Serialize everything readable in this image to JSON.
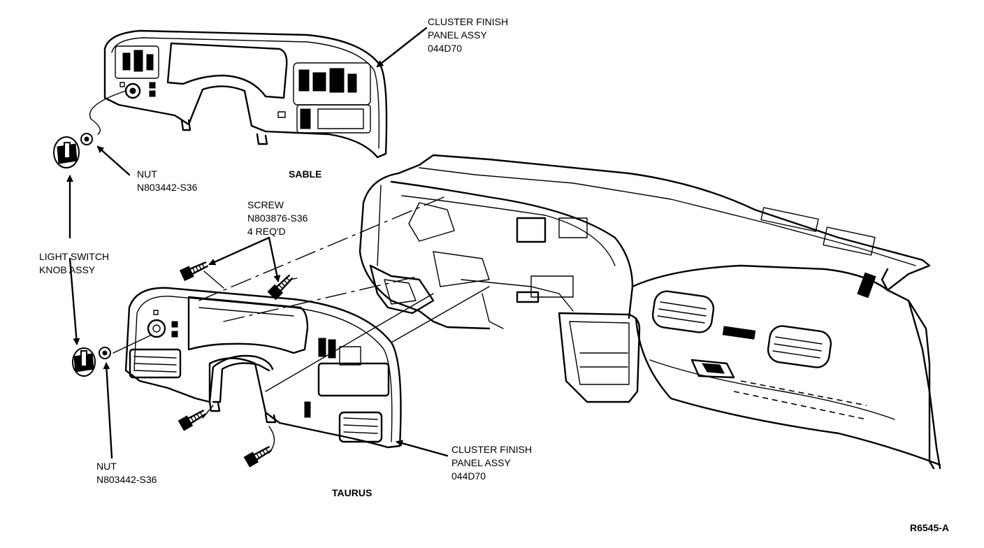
{
  "labels": {
    "sable_panel": [
      "CLUSTER FINISH",
      "PANEL ASSY",
      "044D70"
    ],
    "nut_top": [
      "NUT",
      "N803442-S36"
    ],
    "sable": "SABLE",
    "screw": [
      "SCREW",
      "N803876-S36",
      "4 REQ'D"
    ],
    "light_switch": [
      "LIGHT SWITCH",
      "KNOB ASSY"
    ],
    "taurus_panel": [
      "CLUSTER FINISH",
      "PANEL ASSY",
      "044D70"
    ],
    "nut_bottom": [
      "NUT",
      "N803442-S36"
    ],
    "taurus": "TAURUS",
    "figure_code": "R6545-A"
  }
}
